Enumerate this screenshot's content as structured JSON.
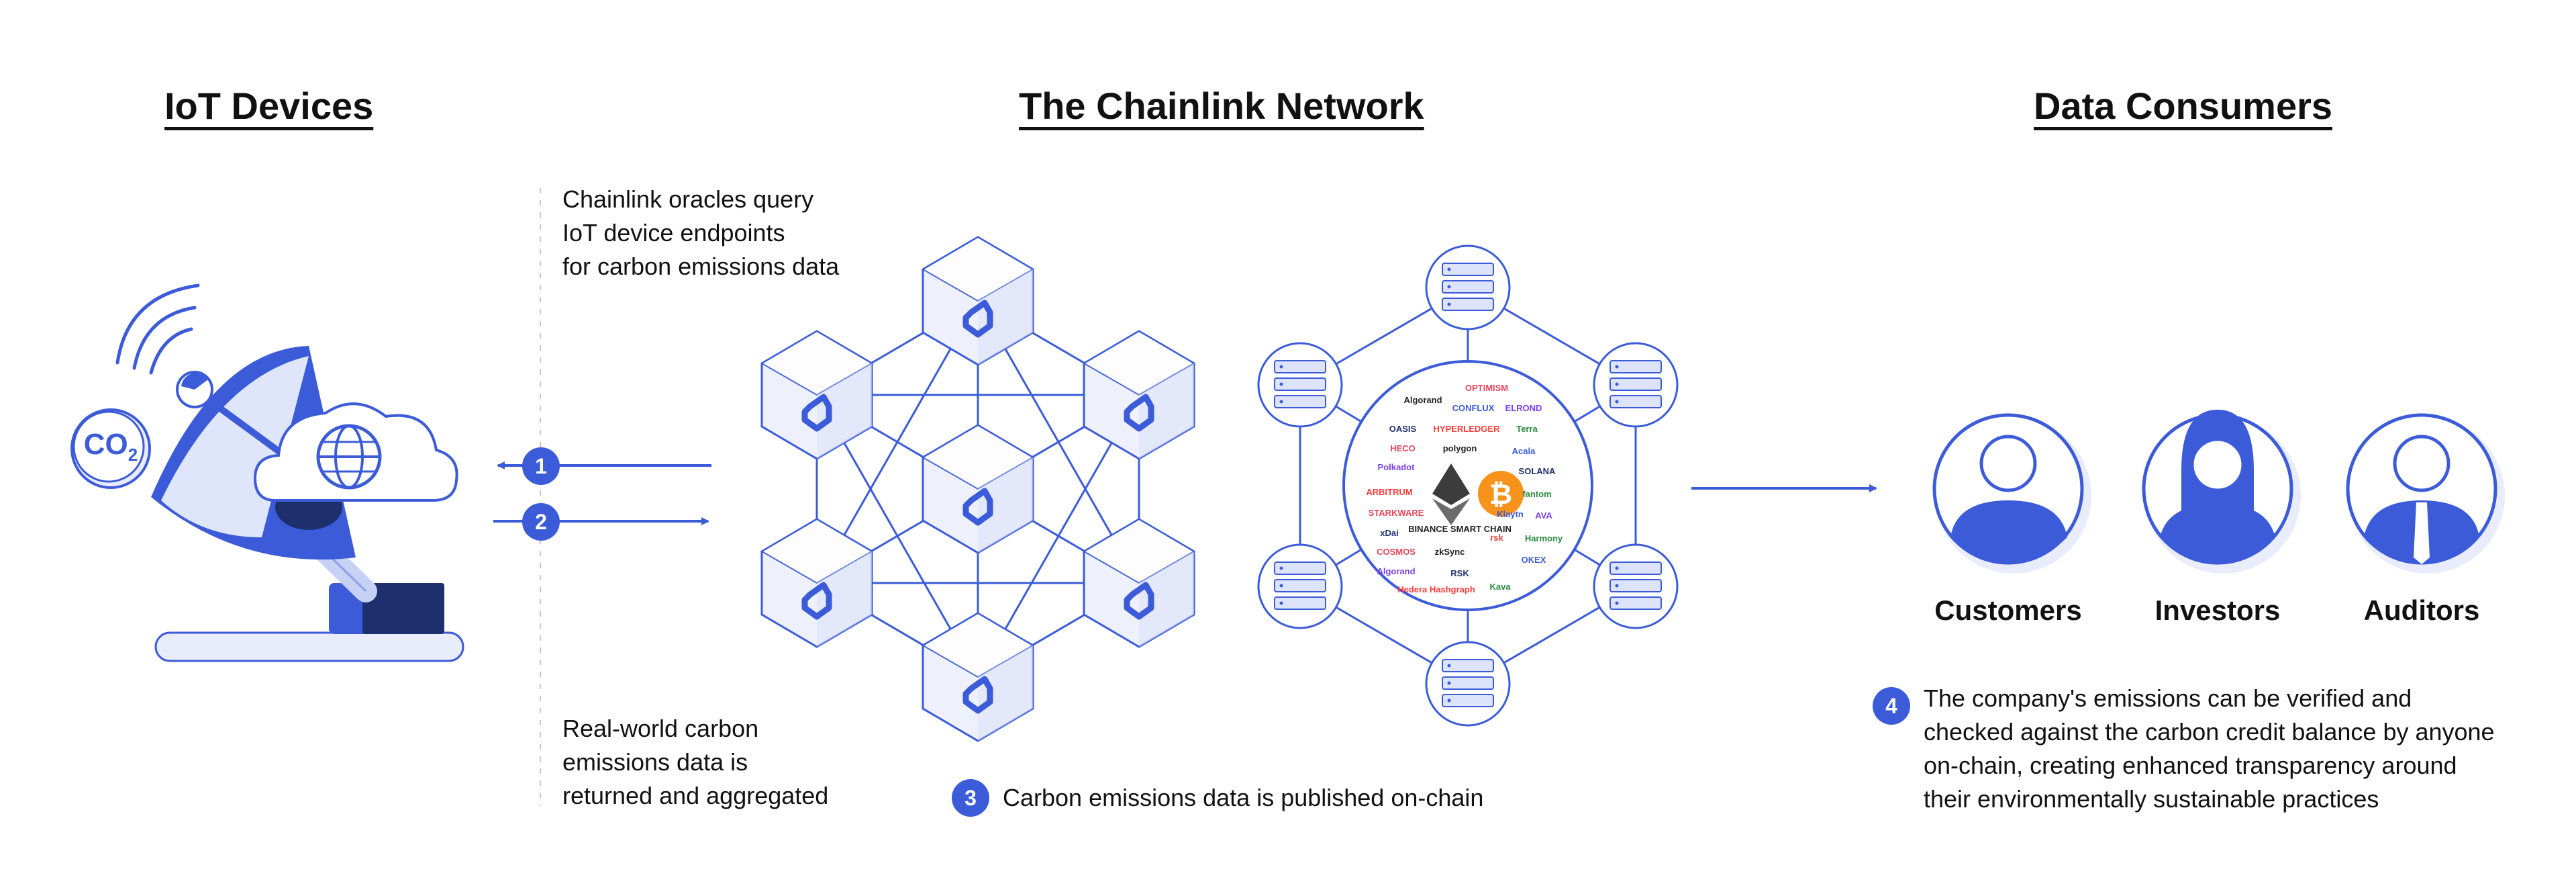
{
  "headings": {
    "iot": "IoT Devices",
    "network": "The Chainlink Network",
    "consumers": "Data Consumers"
  },
  "iot_device": {
    "co2_label": "CO",
    "co2_sub": "2"
  },
  "steps": {
    "query_text": "Chainlink oracles query\nIoT device endpoints\nfor carbon emissions data",
    "return_text": "Real-world carbon\nemissions data is\nreturned and aggregated",
    "step1": "1",
    "step2": "2",
    "step3": "3",
    "step3_text": "Carbon emissions data is published on-chain",
    "step4": "4",
    "step4_text": "The company's emissions can be verified and\nchecked against the carbon credit balance by anyone\non-chain, creating enhanced transparency around\ntheir environmentally sustainable practices"
  },
  "consumers": [
    {
      "label": "Customers",
      "icon": "customer-avatar-icon"
    },
    {
      "label": "Investors",
      "icon": "investor-avatar-icon"
    },
    {
      "label": "Auditors",
      "icon": "auditor-avatar-icon"
    }
  ],
  "blockchain_logos": [
    "OPTIMISM",
    "Algorand",
    "CONFLUX",
    "ELROND",
    "OASIS",
    "HYPERLEDGER",
    "Terra",
    "HECO",
    "polygon",
    "Acala",
    "Polkadot",
    "SOLANA",
    "ARBITRUM",
    "fantom",
    "STARKWARE",
    "BINANCE SMART CHAIN",
    "Klaytn",
    "AVA",
    "xDai",
    "rsk",
    "Harmony",
    "COSMOS",
    "zkSync",
    "OKEX",
    "Algorand",
    "RSK",
    "Hedera Hashgraph",
    "Kava"
  ],
  "colors": {
    "accent": "#3b5bd9",
    "dark_accent": "#1e2f6e",
    "light_fill": "#e8ecfb",
    "line": "#3b5bd9",
    "eth": "#3c3c3d",
    "btc": "#f7931a"
  }
}
